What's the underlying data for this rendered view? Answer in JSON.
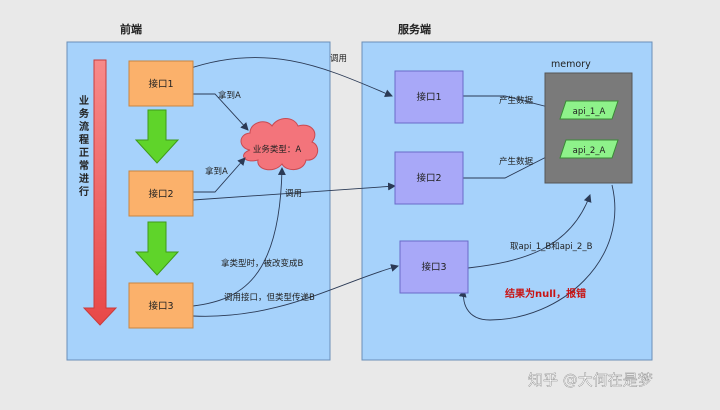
{
  "frontend": {
    "title": "前端",
    "flow_label": [
      "业",
      "务",
      "流",
      "程",
      "正",
      "常",
      "进",
      "行"
    ],
    "api1": "接口1",
    "api2": "接口2",
    "api3": "接口3"
  },
  "cloud_label": "业务类型：A",
  "server": {
    "title": "服务端",
    "api1": "接口1",
    "api2": "接口2",
    "api3": "接口3",
    "memory_title": "memory",
    "mem_item1": "api_1_A",
    "mem_item2": "api_2_A"
  },
  "edges": {
    "call1": "调用",
    "get_a1": "拿到A",
    "get_a2": "拿到A",
    "call2": "调用",
    "changed": "拿类型时，被改变成B",
    "call3": "调用接口，但类型传递B",
    "produce1": "产生数据",
    "produce2": "产生数据",
    "fetch": "取api_1_B和api_2_B",
    "error": "结果为null，报错"
  },
  "watermark": "知乎 @大何在是梦",
  "colors": {
    "panel_fill": "#a6d2fb",
    "front_box": "#fbb16b",
    "server_box": "#a8a8f8",
    "memory_fill": "#7a7a7a",
    "mem_item": "#8ef28a",
    "green_arrow": "#5fd42a",
    "red_arrow": "#f05a5a",
    "cloud": "#f3747b",
    "error_text": "#c81414"
  }
}
